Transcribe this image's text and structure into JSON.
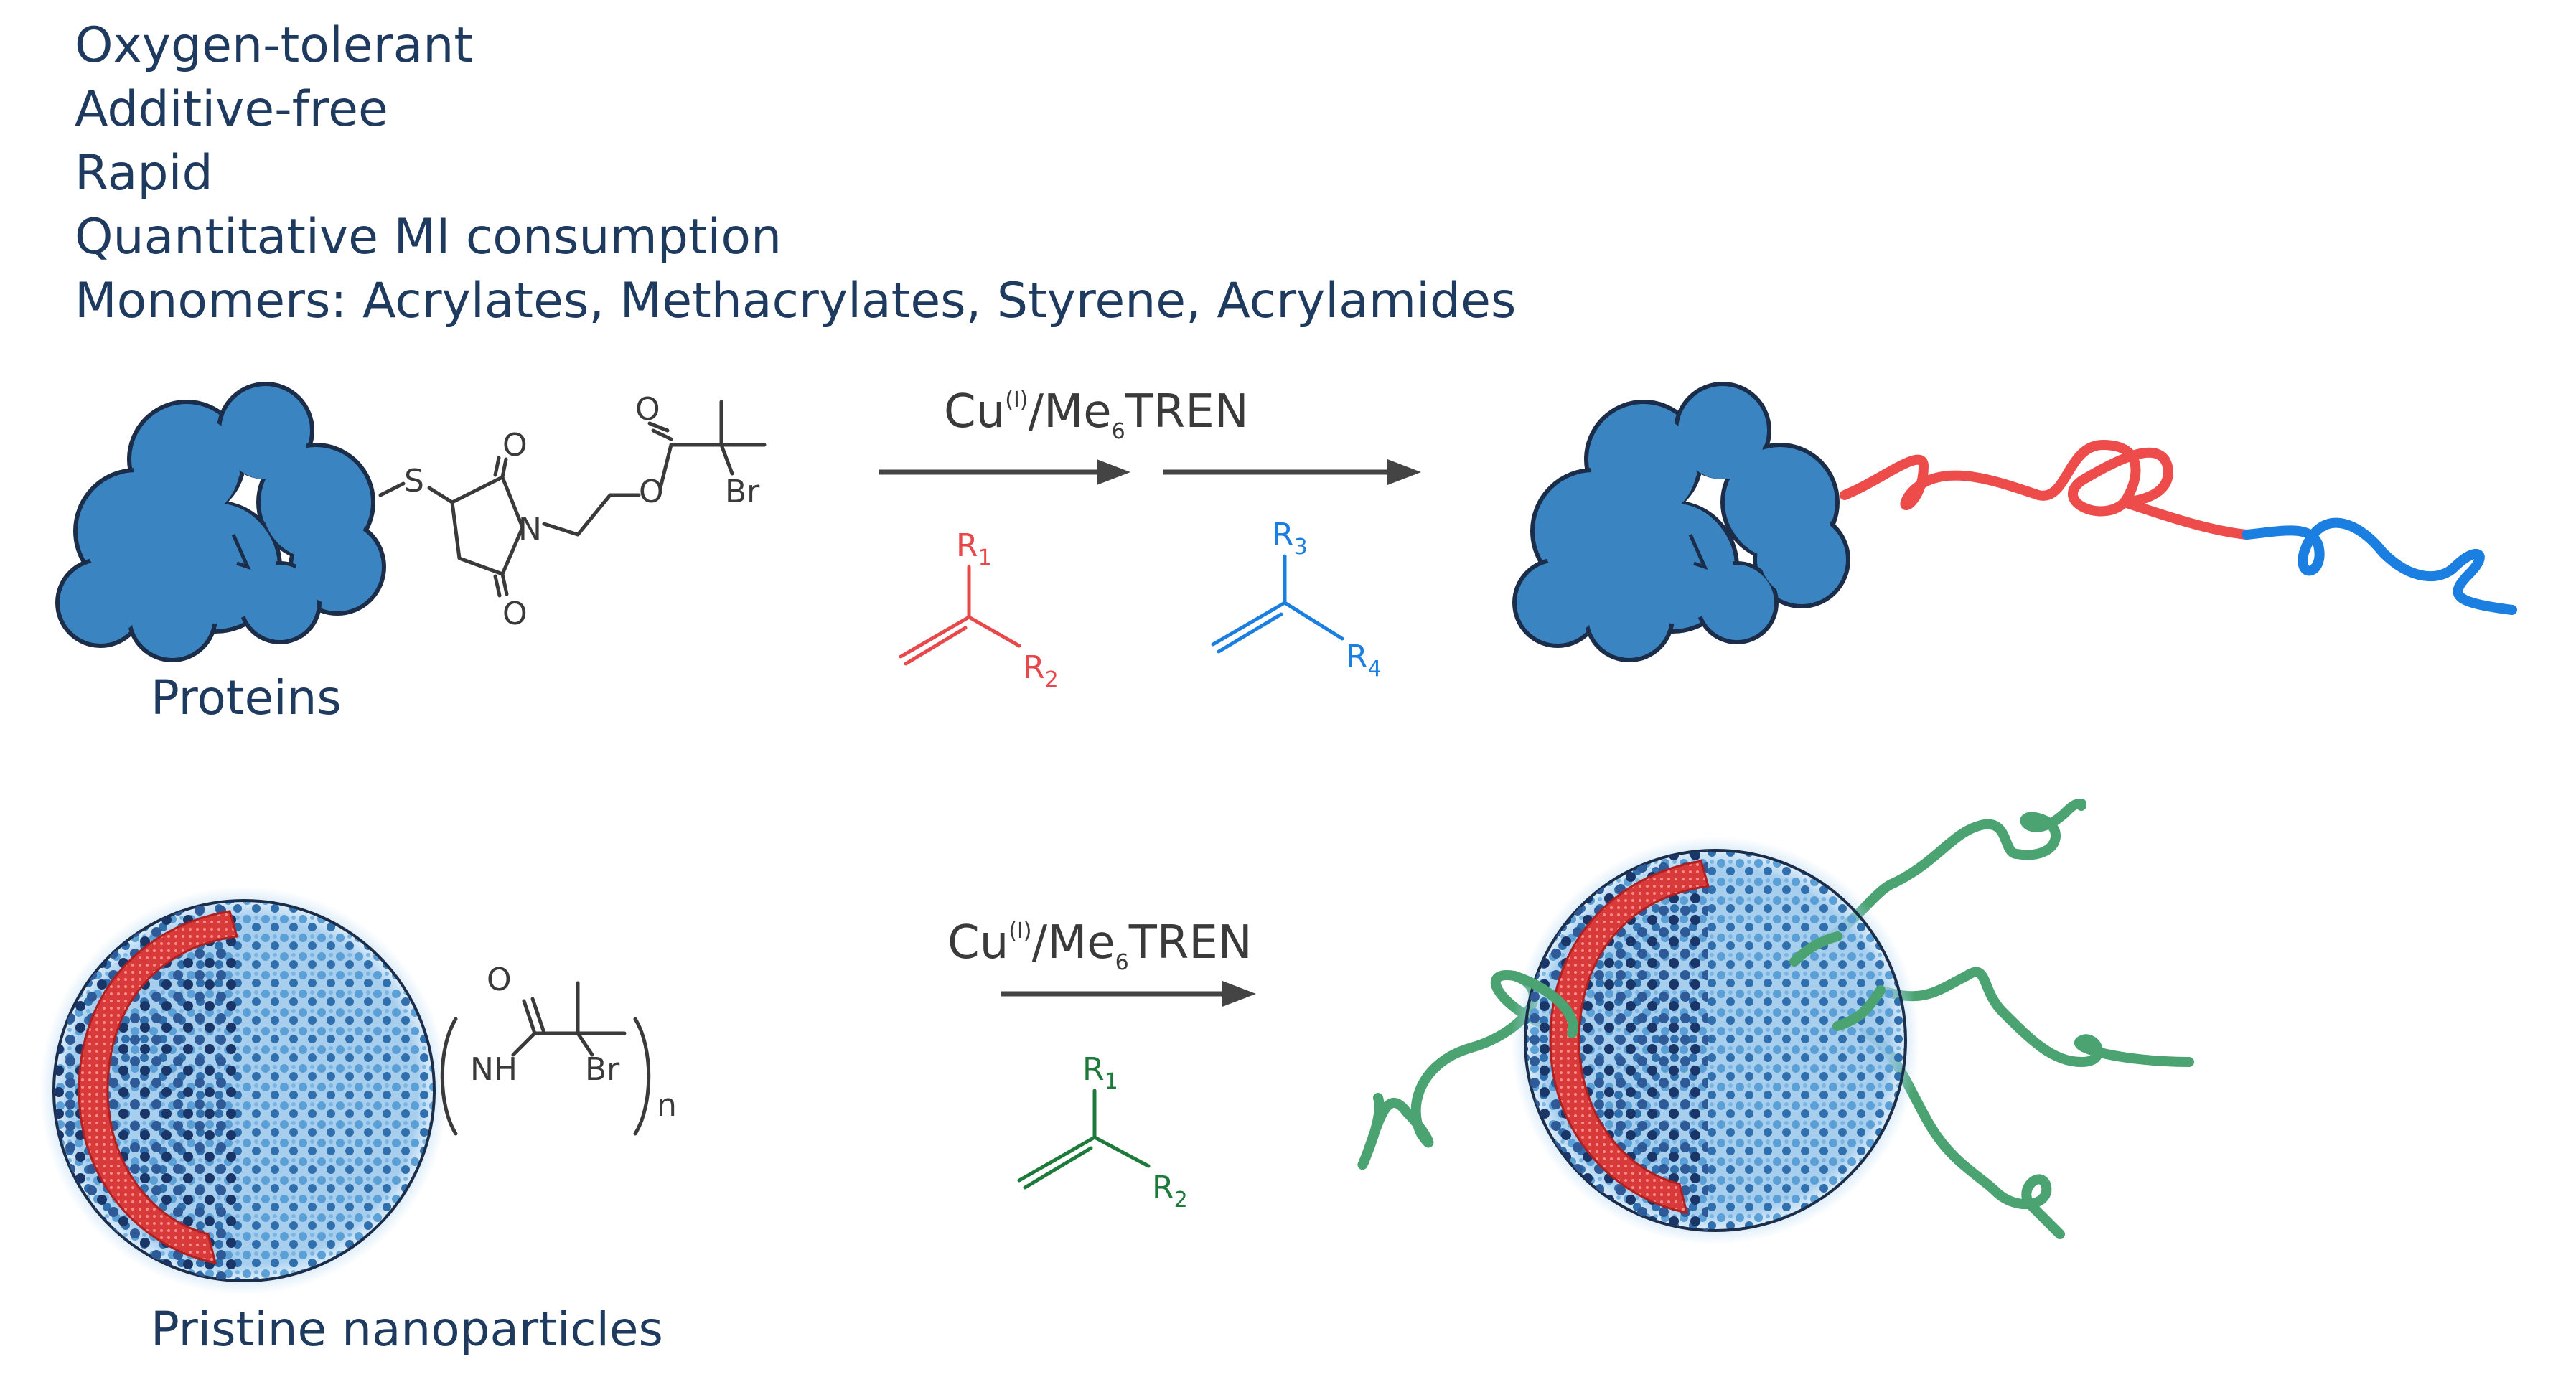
{
  "highlights": [
    "Oxygen-tolerant",
    "Additive-free",
    "Rapid",
    "Quantitative MI consumption",
    "Monomers: Acrylates, Methacrylates, Styrene, Acrylamides"
  ],
  "labels": {
    "proteins": "Proteins",
    "nanoparticles": "Pristine nanoparticles"
  },
  "conditions": {
    "top_catalyst": "Cu",
    "top_ox": "(I)",
    "top_ligand_a": "/Me",
    "top_ligand_sub": "6",
    "top_ligand_b": "TREN",
    "bottom_catalyst": "Cu",
    "bottom_ox": "(I)",
    "bottom_ligand_a": "/Me",
    "bottom_ligand_sub": "6",
    "bottom_ligand_b": "TREN"
  },
  "atoms": {
    "S": "S",
    "N": "N",
    "O": "O",
    "Br": "Br",
    "NH": "NH",
    "n": "n"
  },
  "monomers": {
    "m1": {
      "top": "R",
      "top_sub": "1",
      "bottom": "R",
      "bottom_sub": "2",
      "color": "#e8484a"
    },
    "m2": {
      "top": "R",
      "top_sub": "3",
      "bottom": "R",
      "bottom_sub": "4",
      "color": "#1a7fe0"
    },
    "m3": {
      "top": "R",
      "top_sub": "1",
      "bottom": "R",
      "bottom_sub": "2",
      "color": "#1e7a3a"
    }
  },
  "colors": {
    "protein": "#3a85c1",
    "protein_outline": "#1c2d4a",
    "polymer_red": "#ee4b4b",
    "polymer_blue": "#1a7fe0",
    "polymer_green": "#4aa370",
    "shell": "#d83a3a",
    "core": "#254a84"
  }
}
